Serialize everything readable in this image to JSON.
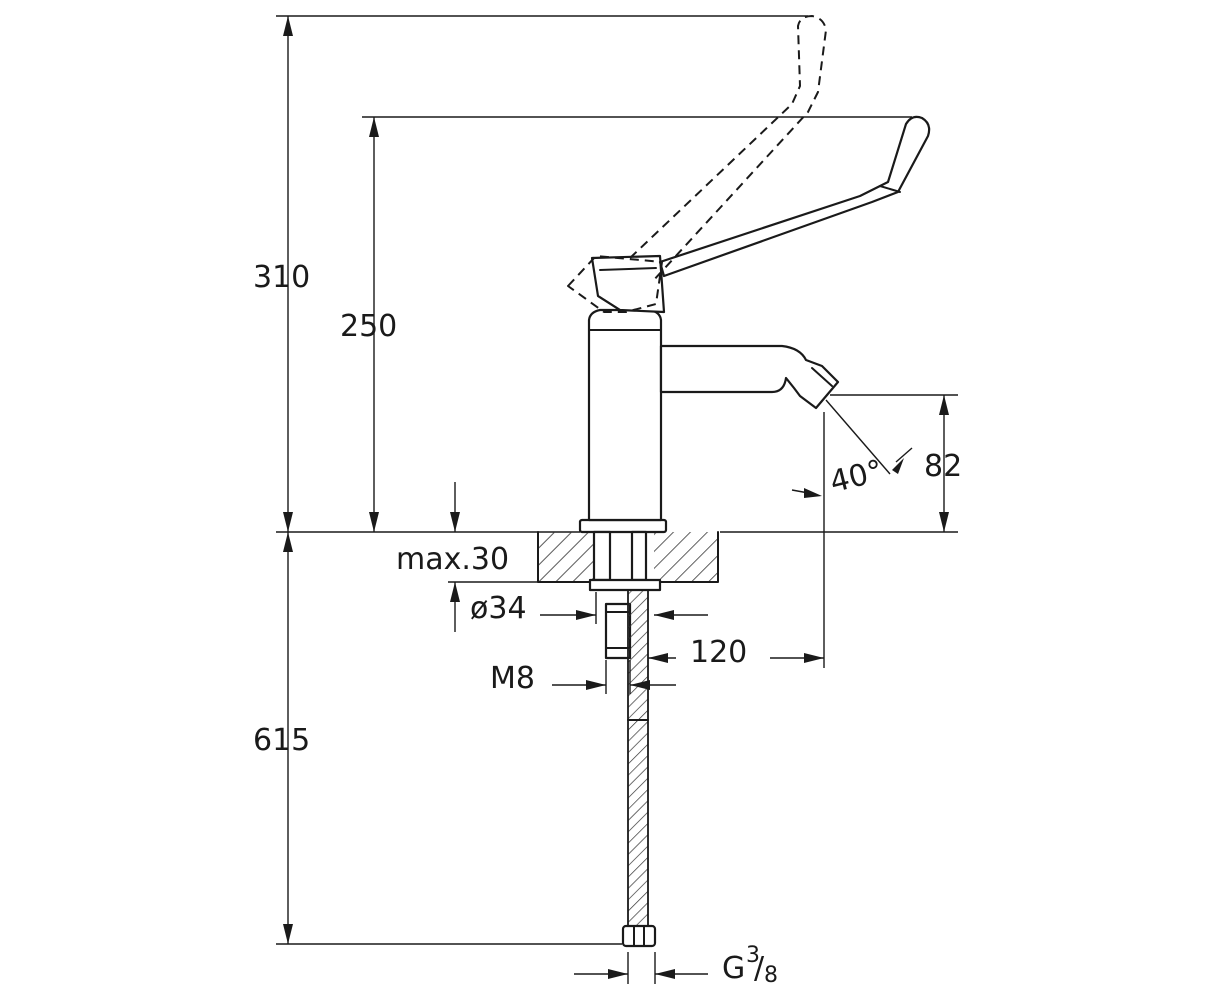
{
  "dimensions": {
    "total_height": "310",
    "lever_height": "250",
    "deck_thickness": "max.30",
    "hole_diameter": "ø34",
    "spout_reach": "120",
    "stud_thread": "M8",
    "spout_angle": "40°",
    "outlet_height": "82",
    "hose_length": "615",
    "connection_g": "G",
    "connection_num": "3",
    "connection_slash": "/",
    "connection_den": "8"
  }
}
